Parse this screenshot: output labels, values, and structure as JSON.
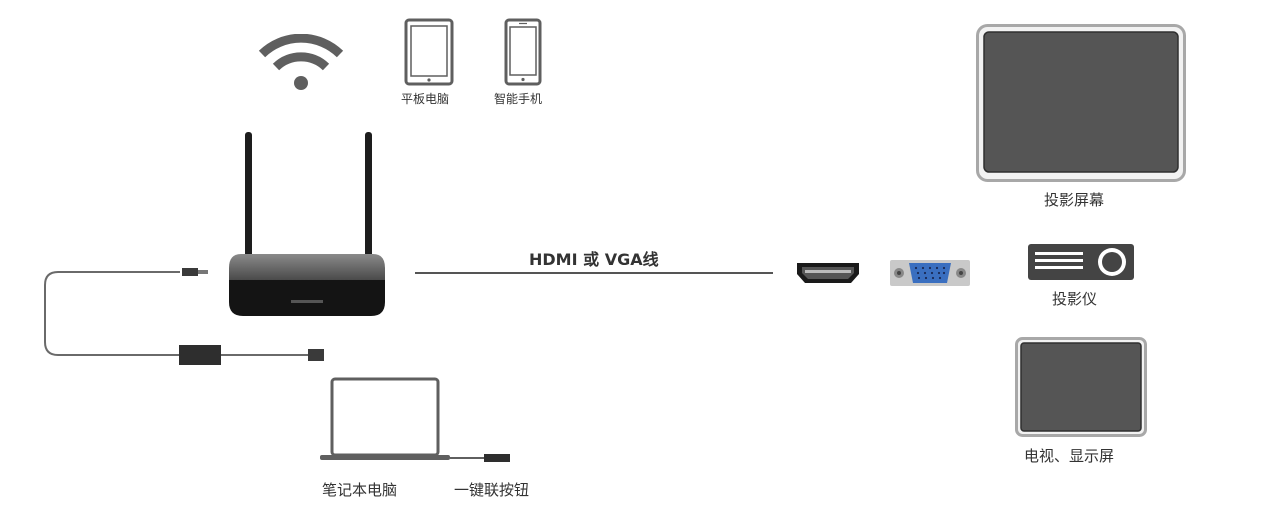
{
  "devices": {
    "tablet_label": "平板电脑",
    "phone_label": "智能手机",
    "laptop_label": "笔记本电脑",
    "button_label": "一键联按钮"
  },
  "cable": {
    "label": "HDMI 或 VGA线"
  },
  "outputs": {
    "screen_label": "投影屏幕",
    "projector_label": "投影仪",
    "tv_label": "电视、显示屏"
  }
}
